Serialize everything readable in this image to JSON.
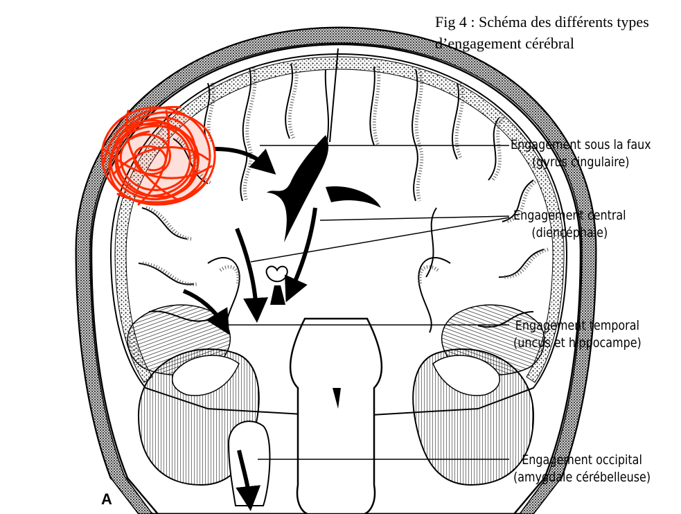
{
  "figure": {
    "caption_line1": "Fig 4 : Schéma des différents types",
    "caption_line2": "d’engagement cérébral",
    "plate_letter": "A"
  },
  "labels": [
    {
      "key": "subfalcine",
      "title": "Engagement sous la faux",
      "detail": "(gyrus cingulaire)"
    },
    {
      "key": "central",
      "title": "Engagement central",
      "detail": "(diencéphale)"
    },
    {
      "key": "temporal",
      "title": "Engagement temporal",
      "detail": "(uncus et hippocampe)"
    },
    {
      "key": "occipital",
      "title": "Engagement occipital",
      "detail": "(amygdale cérébelleuse)"
    }
  ],
  "colors": {
    "ink": "#000000",
    "lesion": "#ff2a00",
    "paper": "#ffffff",
    "stipple": "#3a3a3a"
  }
}
